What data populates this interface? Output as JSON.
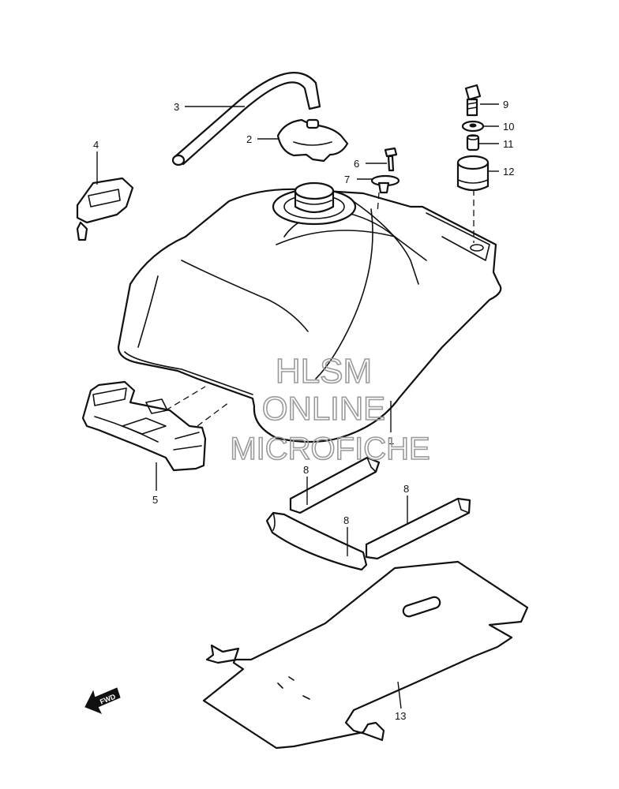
{
  "callouts": {
    "p1": "1",
    "p2": "2",
    "p3": "3",
    "p4": "4",
    "p5": "5",
    "p6": "6",
    "p7": "7",
    "p8a": "8",
    "p8b": "8",
    "p8c": "8",
    "p9": "9",
    "p10": "10",
    "p11": "11",
    "p12": "12",
    "p13": "13"
  },
  "watermark": {
    "line1": "HLSM",
    "line2": "ONLINE",
    "line3": "MICROFICHE",
    "color": "#9a9a9a"
  },
  "fwd_label": "FWD",
  "icons": {
    "fwd_arrow": "fwd-arrow-icon"
  },
  "colors": {
    "line": "#111111",
    "background": "#ffffff"
  }
}
